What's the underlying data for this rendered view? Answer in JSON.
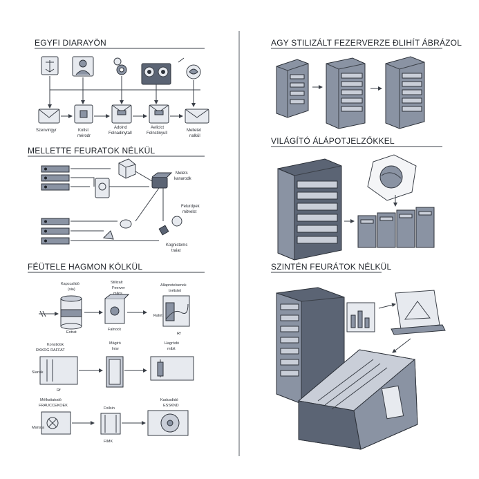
{
  "headings": {
    "s1": "EGYFI DIARAYÖN",
    "s2": "MELLETTE FEURATOK NÉLKÜL",
    "s3": "FÉÜTELE HAGMON KÖLKÜL",
    "s4": "AGY STILIZÁLT FEZERVERZE ÐLIHÍT ÁBRÁZOL",
    "s5": "VILÁGÍTÓ ÁLÁPOTJELZŐKKEL",
    "s6": "SZINTÉN FEURÁTOK NÉLKÜL"
  },
  "s1_labels": {
    "a": "Szenvirigyr",
    "b1": "Kotlst",
    "b2": "mérodr",
    "c1": "Adoind",
    "c2": "Felnadinytall",
    "d1": "Aeliclct",
    "d2": "Felnstinyull",
    "e1": "Melletet",
    "e2": "nalkül"
  },
  "s2_labels": {
    "m1": "Melets",
    "m2": "kanarodk",
    "f1": "Felurdpek",
    "f2": "mitvelst",
    "k1": "Kognistems",
    "k2": "traiat"
  },
  "s3_labels": {
    "a1": "Kapccalidó",
    "a2": "(sia)",
    "a3": "Eotrat",
    "b1": "Stilizalt",
    "b2": "Feerver",
    "b3": "milos",
    "b4": "Falnock",
    "c1": "Allaprotelsenok",
    "c2": "tnétstet",
    "c3": "Rf",
    "c4": "Ralnt",
    "d1": "Konstidok",
    "d2": "RKKRG RAFFAT",
    "d3": "Rf",
    "d4": "Slansk",
    "e1": "Mágiró",
    "e2": "lnisr",
    "f1": "Hagródó",
    "f2": "mibit",
    "g1": "Mélkstiatodó",
    "g2": "FRAUCCEKOEK",
    "g3": "Mansta",
    "h1": "Foilsin",
    "h2": "FIMK",
    "i1": "Kadcsdidó",
    "i2": "ESSKND"
  }
}
